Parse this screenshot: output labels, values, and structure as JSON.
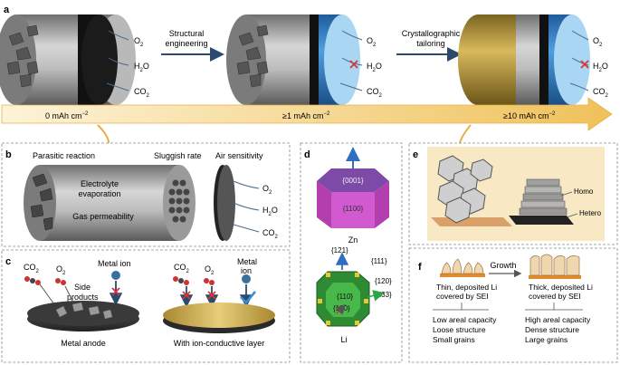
{
  "panels": {
    "a": "a",
    "b": "b",
    "c": "c",
    "d": "d",
    "e": "e",
    "f": "f"
  },
  "panel_a": {
    "o2": "O",
    "o2_sub": "2",
    "h2o_h": "H",
    "h2o_sub": "2",
    "h2o_o": "O",
    "co2": "CO",
    "co2_sub": "2",
    "arrow1_line1": "Structural",
    "arrow1_line2": "engineering",
    "arrow2_line1": "Crystallographic",
    "arrow2_line2": "tailoring"
  },
  "capacity_arrow": {
    "cap1": "0 mAh cm",
    "cap2": "≥1 mAh cm",
    "cap3": "≥10 mAh cm",
    "exp": "−2"
  },
  "panel_b": {
    "parasitic": "Parasitic reaction",
    "sluggish": "Sluggish rate",
    "air": "Air sensitivity",
    "electrolyte1": "Electrolyte",
    "electrolyte2": "evaporation",
    "gas": "Gas permeability"
  },
  "panel_c": {
    "metal_ion": "Metal ion",
    "metal_ion2_l1": "Metal",
    "metal_ion2_l2": "ion",
    "side1": "Side",
    "side2": "products",
    "metal_anode": "Metal anode",
    "ion_layer": "With ion-conductive layer"
  },
  "panel_d": {
    "facet_0001": "{0001}",
    "facet_1100": "{1100}",
    "zn": "Zn",
    "facet_121": "{121}",
    "facet_111": "{111}",
    "facet_110": "{110}",
    "facet_120": "{120}",
    "facet_100": "{100}",
    "facet_233": "{233}",
    "li": "Li"
  },
  "panel_e": {
    "homo": "Homo",
    "hetero": "Hetero"
  },
  "panel_f": {
    "growth": "Growth",
    "thin1": "Thin, deposited Li",
    "thin2": "covered by SEI",
    "thick1": "Thick, deposited Li",
    "thick2": "covered by SEI",
    "low1": "Low areal capacity",
    "low2": "Loose structure",
    "low3": "Small grains",
    "high1": "High areal capacity",
    "high2": "Dense structure",
    "high3": "Large grains"
  },
  "colors": {
    "cyl_gray": "#9a9a9a",
    "blue_layer": "#3f8fd0",
    "gold": "#c9a64a",
    "arrow_fill": "#f6dca0",
    "panel_e_bg": "#f8e9c4",
    "prism_purple": "#c447b8",
    "crystal_green": "#3fa33f"
  }
}
